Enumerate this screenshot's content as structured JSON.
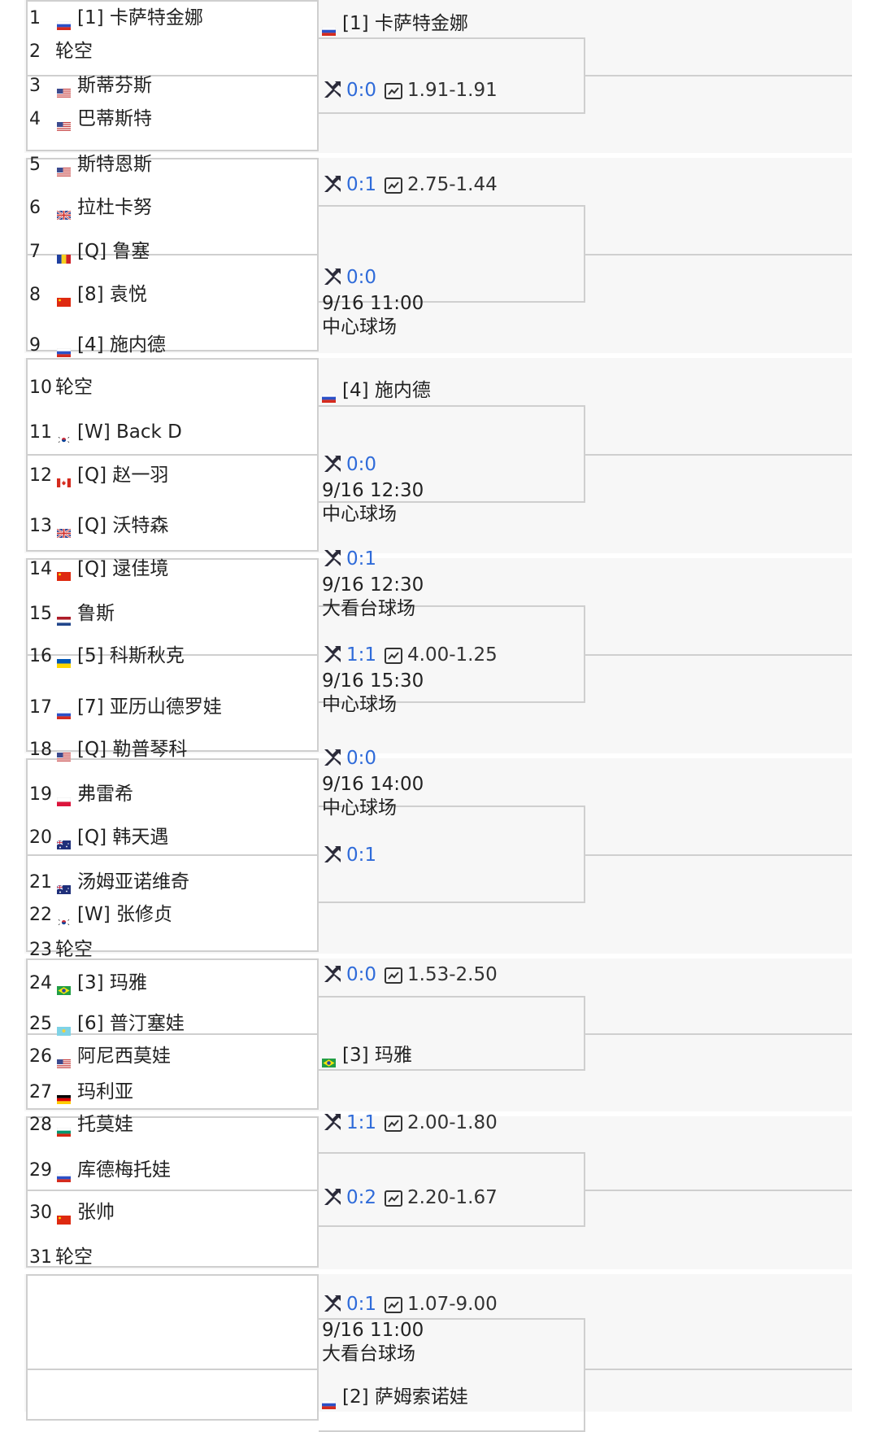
{
  "colors": {
    "accent": "#2f6bd9",
    "border": "#cfcfcf",
    "section_bg": "#f7f7f7"
  },
  "players": [
    {
      "seed": "1",
      "flag": "RU",
      "name": "[1] 卡萨特金娜"
    },
    {
      "seed": "2",
      "flag": "",
      "name": "轮空"
    },
    {
      "seed": "3",
      "flag": "US",
      "name": "斯蒂芬斯"
    },
    {
      "seed": "4",
      "flag": "US",
      "name": "巴蒂斯特"
    },
    {
      "seed": "5",
      "flag": "US",
      "name": "斯特恩斯"
    },
    {
      "seed": "6",
      "flag": "GB",
      "name": "拉杜卡努"
    },
    {
      "seed": "7",
      "flag": "RO",
      "name": "[Q] 鲁塞"
    },
    {
      "seed": "8",
      "flag": "CN",
      "name": "[8] 袁悦"
    },
    {
      "seed": "9",
      "flag": "RU",
      "name": "[4] 施内德"
    },
    {
      "seed": "10",
      "flag": "",
      "name": "轮空"
    },
    {
      "seed": "11",
      "flag": "KR",
      "name": "[W] Back D"
    },
    {
      "seed": "12",
      "flag": "CA",
      "name": "[Q] 赵一羽"
    },
    {
      "seed": "13",
      "flag": "GB",
      "name": "[Q] 沃特森"
    },
    {
      "seed": "14",
      "flag": "CN",
      "name": "[Q] 逯佳境"
    },
    {
      "seed": "15",
      "flag": "NL",
      "name": "鲁斯"
    },
    {
      "seed": "16",
      "flag": "UA",
      "name": "[5] 科斯秋克"
    },
    {
      "seed": "17",
      "flag": "RU",
      "name": "[7] 亚历山德罗娃"
    },
    {
      "seed": "18",
      "flag": "US",
      "name": "[Q] 勒普琴科"
    },
    {
      "seed": "19",
      "flag": "PL",
      "name": "弗雷希"
    },
    {
      "seed": "20",
      "flag": "AU",
      "name": "[Q] 韩天遇"
    },
    {
      "seed": "21",
      "flag": "AU",
      "name": "汤姆亚诺维奇"
    },
    {
      "seed": "22",
      "flag": "KR",
      "name": "[W] 张修贞"
    },
    {
      "seed": "23",
      "flag": "",
      "name": "轮空"
    },
    {
      "seed": "24",
      "flag": "BR",
      "name": "[3] 玛雅"
    },
    {
      "seed": "25",
      "flag": "KZ",
      "name": "[6] 普汀塞娃"
    },
    {
      "seed": "26",
      "flag": "US",
      "name": "阿尼西莫娃"
    },
    {
      "seed": "27",
      "flag": "DE",
      "name": "玛利亚"
    },
    {
      "seed": "28",
      "flag": "BG",
      "name": "托莫娃"
    },
    {
      "seed": "29",
      "flag": "RU",
      "name": "库德梅托娃"
    },
    {
      "seed": "30",
      "flag": "CN",
      "name": "张帅"
    },
    {
      "seed": "31",
      "flag": "",
      "name": "轮空"
    }
  ],
  "matches": [
    {
      "h2h": "0:0",
      "odds": "1.91-1.91",
      "time": "",
      "court": ""
    },
    {
      "h2h": "0:1",
      "odds": "2.75-1.44",
      "time": "",
      "court": ""
    },
    {
      "h2h": "0:0",
      "odds": "",
      "time": "9/16 11:00",
      "court": "中心球场"
    },
    {
      "h2h": "0:0",
      "odds": "",
      "time": "9/16 12:30",
      "court": "中心球场"
    },
    {
      "h2h": "0:1",
      "odds": "",
      "time": "9/16 12:30",
      "court": "大看台球场"
    },
    {
      "h2h": "1:1",
      "odds": "4.00-1.25",
      "time": "9/16 15:30",
      "court": "中心球场"
    },
    {
      "h2h": "0:0",
      "odds": "",
      "time": "9/16 14:00",
      "court": "中心球场"
    },
    {
      "h2h": "0:1",
      "odds": "",
      "time": "",
      "court": ""
    },
    {
      "h2h": "0:0",
      "odds": "1.53-2.50",
      "time": "",
      "court": ""
    },
    {
      "h2h": "1:1",
      "odds": "2.00-1.80",
      "time": "",
      "court": ""
    },
    {
      "h2h": "0:2",
      "odds": "2.20-1.67",
      "time": "",
      "court": ""
    },
    {
      "h2h": "0:1",
      "odds": "1.07-9.00",
      "time": "9/16 11:00",
      "court": "大看台球场"
    }
  ],
  "winners": [
    {
      "flag": "RU",
      "name": "[1] 卡萨特金娜"
    },
    {
      "flag": "RU",
      "name": "[4] 施内德"
    },
    {
      "flag": "BR",
      "name": "[3] 玛雅"
    },
    {
      "flag": "RU",
      "name": "[2] 萨姆索诺娃"
    }
  ]
}
